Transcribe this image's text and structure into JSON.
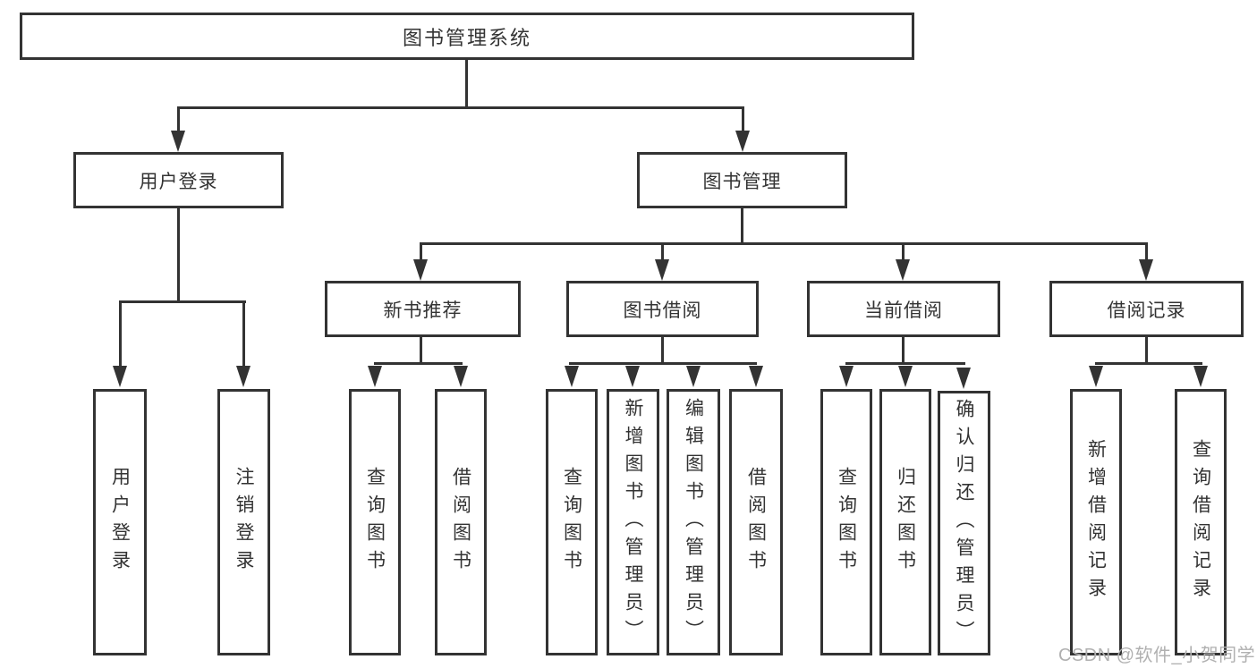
{
  "colors": {
    "line": "#333333",
    "text": "#333333",
    "box_background": "#ffffff",
    "page_background": "#ffffff",
    "watermark": "#b0b0b0"
  },
  "tree": {
    "root": "图书管理系统",
    "level2": {
      "user_login": "用户登录",
      "book_mgmt": "图书管理"
    },
    "level3": {
      "new_books": "新书推荐",
      "borrowing": "图书借阅",
      "current": "当前借阅",
      "records": "借阅记录"
    },
    "leaves": {
      "user_login": [
        "用户登录",
        "注销登录"
      ],
      "new_books": [
        "查询图书",
        "借阅图书"
      ],
      "borrowing": [
        "查询图书",
        "新增图书（管理员）",
        "编辑图书（管理员）",
        "借阅图书"
      ],
      "current": [
        "查询图书",
        "归还图书",
        "确认归还（管理员）"
      ],
      "records": [
        "新增借阅记录",
        "查询借阅记录"
      ]
    }
  },
  "watermark": "CSDN @软件_小贺同学"
}
